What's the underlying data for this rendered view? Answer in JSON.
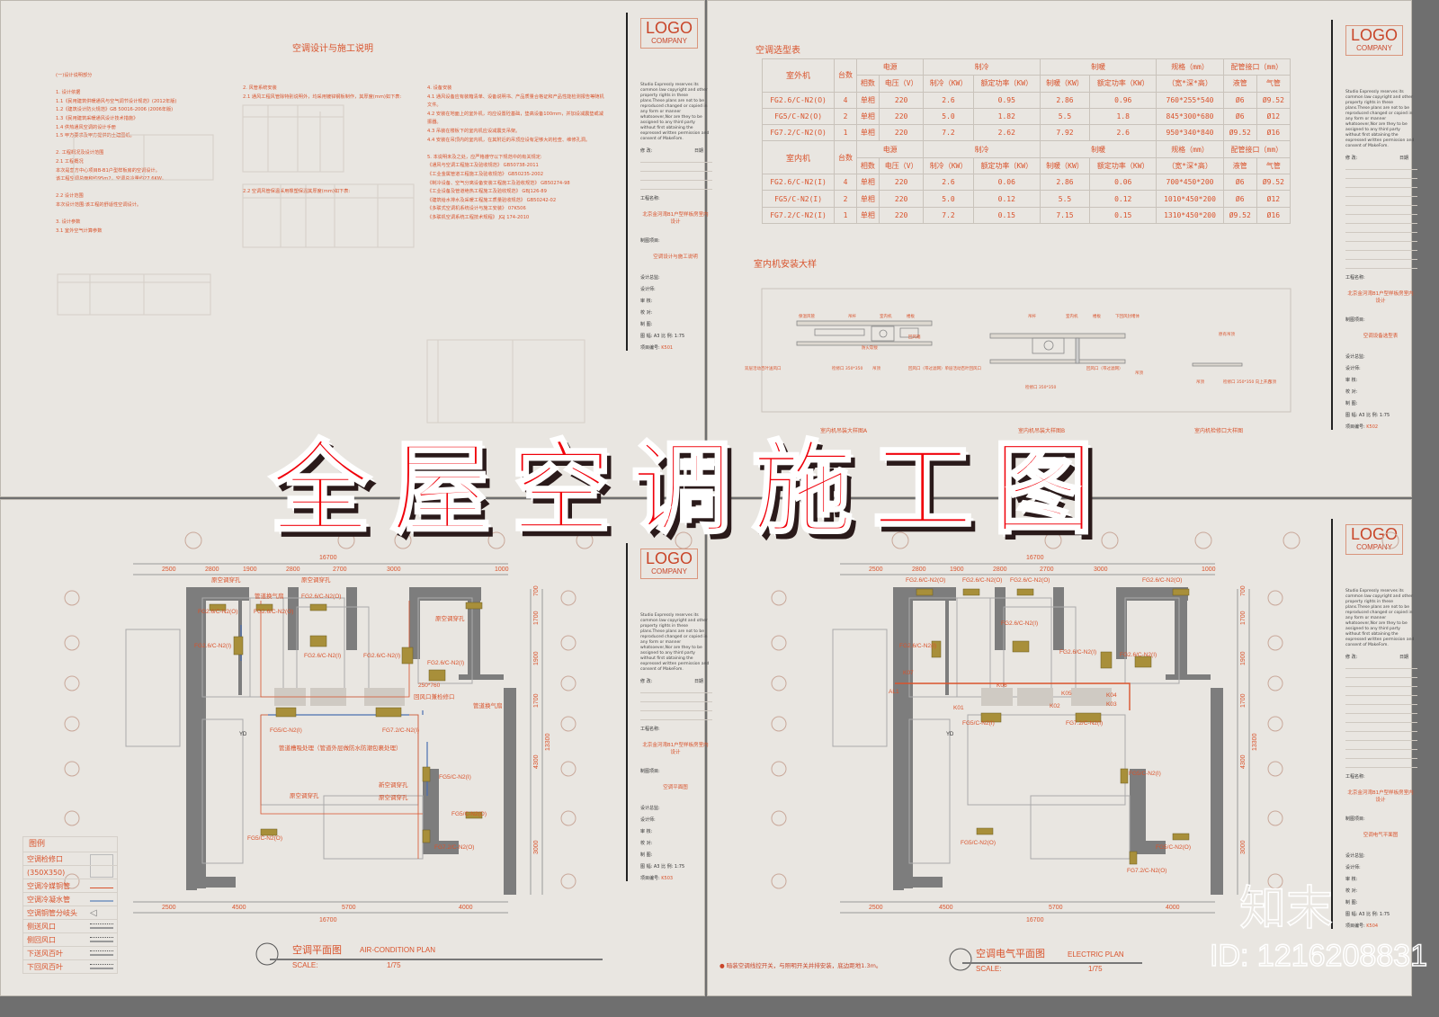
{
  "banner_title": "全屋空调施工图",
  "watermark": {
    "brand": "知末",
    "id": "ID: 1216208831"
  },
  "title_block": {
    "logo": "LOGO",
    "company": "COMPANY",
    "copyright": "Studio Expressly reserves its common law copyright and other property rights in these plans.These plans are not to be reproduced changed or copied in any form or manner whatsoever,Nor are they to be assigned to any third party without first obtaining the expressed written permission and consent of MakeFom.",
    "revision_label": "修 改:",
    "date_label": "日期",
    "project_label": "工程名称:",
    "project_name": "北京金河湾B1户型样板房室内设计",
    "drawing_title_label": "制图项目:",
    "designer_label": "设计总监:",
    "design_label": "设计师:",
    "approve_label": "审 核:",
    "proof_label": "校 对:",
    "drawn_label": "制 图:",
    "size_label": "图 幅: A3",
    "scale_label": "比 例: 1:75",
    "jobno_label": "项目编号:",
    "sheets": [
      {
        "title": "空调设计与施工说明",
        "no": "K501"
      },
      {
        "title": "空调设备选型表",
        "no": "K502"
      },
      {
        "title": "空调平面图",
        "no": "K503"
      },
      {
        "title": "空调电气平面图",
        "no": "K504"
      }
    ]
  },
  "spec_sheet": {
    "title": "空调设计与施工说明",
    "col1": [
      "(一)设计说明部分",
      "",
      "1. 设计依据",
      "1.1《民用建筑供暖通风与空气调节设计规范》(2012年版)",
      "1.2《建筑设计防火规范》GB 50016-2006 (2006年版)",
      "1.3《民用建筑采暖通风设计技术措施》",
      "1.4 供热通风空调的设计手册",
      "1.5 甲方要求及甲方提供的土建图纸。",
      "",
      "2. 工程概况及设计范围",
      "2.1 工程概况",
      "本次是营方中心项目B-B1户型样板房的空调设计。",
      "该工程空调总面积约95m2，空调总冷量约27.6KW。",
      "",
      "2.2 设计范围",
      "本次设计范围:该工程的舒适性空调设计。",
      "",
      "3. 设计参数",
      "3.1 室外空气计算参数"
    ],
    "col2": [
      "2. 风管系统安装",
      "2.1 通风工程风管除特别说明外，均采用镀锌钢板制作，其厚度(mm)如下表:",
      "",
      "",
      "",
      "",
      "",
      "",
      "",
      "",
      "",
      "",
      "2.2 空调风管保温采用橡塑保温其厚度(mm)如下表:"
    ],
    "col3": [
      "4. 设备安装",
      "4.1 通风设备应有装箱清单、设备说明书、产品质量合格证和产品性能检测报告等随机文件。",
      "4.2 安装在地面上的室外机，均应设置砼基础，垫高设备100mm，并加设减震垫或减振器。",
      "4.3 吊装在楼板下的室内机应设减震支吊架。",
      "4.4 安装在吊顶内的室内机，在其附近的吊顶应设有足够大的检查、维修孔洞。",
      "",
      "5. 本说明未及之处，应严格遵守以下规范中的有关规定:",
      "《通风与空调工程施工及验收规范》 GB50738-2011",
      "《工业金属管道工程施工及验收规范》 GB50235-2002",
      "《制冷设备、空气分离设备安装工程施工及验收规范》 GB50274-98",
      "《工业设备及管道绝热工程施工及验收规范》 GBJ126-89",
      "《建筑给水排水及采暖工程施工质量验收规范》 GB50242-02",
      "《多联式空调机系统设计与施工安装》 07K506",
      "《多联机空调系统工程技术规程》 JGJ 174-2010"
    ]
  },
  "selection": {
    "title": "空调选型表",
    "header_top": [
      "电源",
      "制冷",
      "制暖",
      "规格（mm）",
      "配管接口（mm）"
    ],
    "header_sub": [
      "相数",
      "电压（V）",
      "制冷（KW）",
      "额定功率（KW）",
      "制暖（KW）",
      "额定功率（KW）",
      "（宽*深*高）",
      "液管",
      "气管"
    ],
    "count_label": "台数",
    "groups": [
      {
        "name": "室外机",
        "rows": [
          [
            "FG2.6/C-N2(O)",
            "4",
            "单相",
            "220",
            "2.6",
            "0.95",
            "2.86",
            "0.96",
            "760*255*540",
            "Ø6",
            "Ø9.52"
          ],
          [
            "FG5/C-N2(O)",
            "2",
            "单相",
            "220",
            "5.0",
            "1.82",
            "5.5",
            "1.8",
            "845*300*680",
            "Ø6",
            "Ø12"
          ],
          [
            "FG7.2/C-N2(O)",
            "1",
            "单相",
            "220",
            "7.2",
            "2.62",
            "7.92",
            "2.6",
            "950*340*840",
            "Ø9.52",
            "Ø16"
          ]
        ]
      },
      {
        "name": "室内机",
        "rows": [
          [
            "FG2.6/C-N2(I)",
            "4",
            "单相",
            "220",
            "2.6",
            "0.06",
            "2.86",
            "0.06",
            "700*450*200",
            "Ø6",
            "Ø9.52"
          ],
          [
            "FG5/C-N2(I)",
            "2",
            "单相",
            "220",
            "5.0",
            "0.12",
            "5.5",
            "0.12",
            "1010*450*200",
            "Ø6",
            "Ø12"
          ],
          [
            "FG7.2/C-N2(I)",
            "1",
            "单相",
            "220",
            "7.2",
            "0.15",
            "7.15",
            "0.15",
            "1310*450*200",
            "Ø9.52",
            "Ø16"
          ]
        ]
      }
    ],
    "detail_title": "室内机安装大样",
    "detail_captions": [
      "室内机吊装大样图A",
      "室内机吊装大样图B",
      "室内机检修口大样图"
    ],
    "detail_labels": [
      "保温风管",
      "吊杆",
      "室内机",
      "楼板",
      "回风箱",
      "防火软接",
      "双层活动百叶送风口",
      "检修口 350*350",
      "吊顶",
      "回风口（带过滤网）单层活动百叶回风口",
      "吊杆",
      "室内机",
      "楼板",
      "下回风封堵体",
      "检修口 350*350",
      "回风口（带过滤网）",
      "吊顶",
      "原有吊顶",
      "吊顶",
      "检修口 350*350 向上开启",
      "吊顶"
    ]
  },
  "ac_plan": {
    "title_cn": "空调平面图",
    "title_en": "AIR-CONDITION PLAN",
    "scale_label": "SCALE:",
    "scale": "1/75",
    "dims_top_total": "16700",
    "dims_top": [
      "2500",
      "2800",
      "1900",
      "2800",
      "2700",
      "3000",
      "1000"
    ],
    "dims_bottom": [
      "2500",
      "4500",
      "5700",
      "4000"
    ],
    "dims_bottom_total": "16700",
    "dims_right": [
      "700",
      "1700",
      "1900",
      "1700",
      "4300",
      "3000"
    ],
    "dims_right_total": "13300",
    "labels": [
      "原空调穿孔",
      "原空调穿孔",
      "管道换气扇",
      "FG2.6/C-N2(O)",
      "FG2.6/C-N2(O)",
      "FG2.6/C-N2(O)",
      "原空调穿孔",
      "FG2.6/C-N2(I)",
      "FG2.6/C-N2(I)",
      "FG2.6/C-N2(I)",
      "FG2.6/C-N2(I)",
      "250*760",
      "回风口兼检修口",
      "管道换气扇",
      "FG5/C-N2(I)",
      "FG7.2/C-N2(I)",
      "管道槽吸处理（管道外层做防水防潮包裹处理）",
      "FG5/C-N2(I)",
      "原空调穿孔",
      "新空调穿孔",
      "原空调穿孔",
      "FG5/C-N2(O)",
      "FG5/C-N2(O)",
      "FG7.2/C-N2(O)",
      "YD"
    ],
    "legend": {
      "title": "图例",
      "items": [
        "空调检修口",
        "(350X350)",
        "空调冷媒铜管",
        "空调冷凝水管",
        "空调铜管分岐头",
        "侧送风口",
        "侧回风口",
        "下送风百叶",
        "下回风百叶"
      ]
    }
  },
  "electric_plan": {
    "title_cn": "空调电气平面图",
    "title_en": "ELECTRIC PLAN",
    "scale_label": "SCALE:",
    "scale": "1/75",
    "note": "暗装空调线控开关，与照明开关并排安装，底边距地1.3m。",
    "dims_top_total": "16700",
    "dims_top": [
      "2500",
      "2800",
      "1900",
      "2800",
      "2700",
      "3000",
      "1000"
    ],
    "dims_bottom": [
      "2500",
      "4500",
      "5700",
      "4000"
    ],
    "dims_bottom_total": "16700",
    "dims_right": [
      "700",
      "1700",
      "1900",
      "1700",
      "4300",
      "3000"
    ],
    "dims_right_total": "13300",
    "labels": [
      "FG2.6/C-N2(O)",
      "FG2.6/C-N2(O)",
      "FG2.6/C-N2(O)",
      "FG2.6/C-N2(O)",
      "FG2.6/C-N2(I)",
      "FG2.6/C-N2(I)",
      "FG2.6/C-N2(I)",
      "FG2.6/C-N2(I)",
      "K07",
      "K06",
      "AL1",
      "K05",
      "K04",
      "K03",
      "K02",
      "K01",
      "FG5/C-N2(I)",
      "FG7.2/C-N2(I)",
      "FG5/C-N2(I)",
      "FG5/C-N2(O)",
      "FG5/C-N2(O)",
      "FG7.2/C-N2(O)",
      "YD"
    ]
  },
  "colors": {
    "accent": "#d9532c",
    "banner": "#f0000a",
    "paper": "#e9e6e1",
    "wall": "#7a7a7a",
    "unit": "#a88f3a",
    "refrigerant_pipe": "#d9532c",
    "condensate_pipe": "#4a6fb0"
  }
}
